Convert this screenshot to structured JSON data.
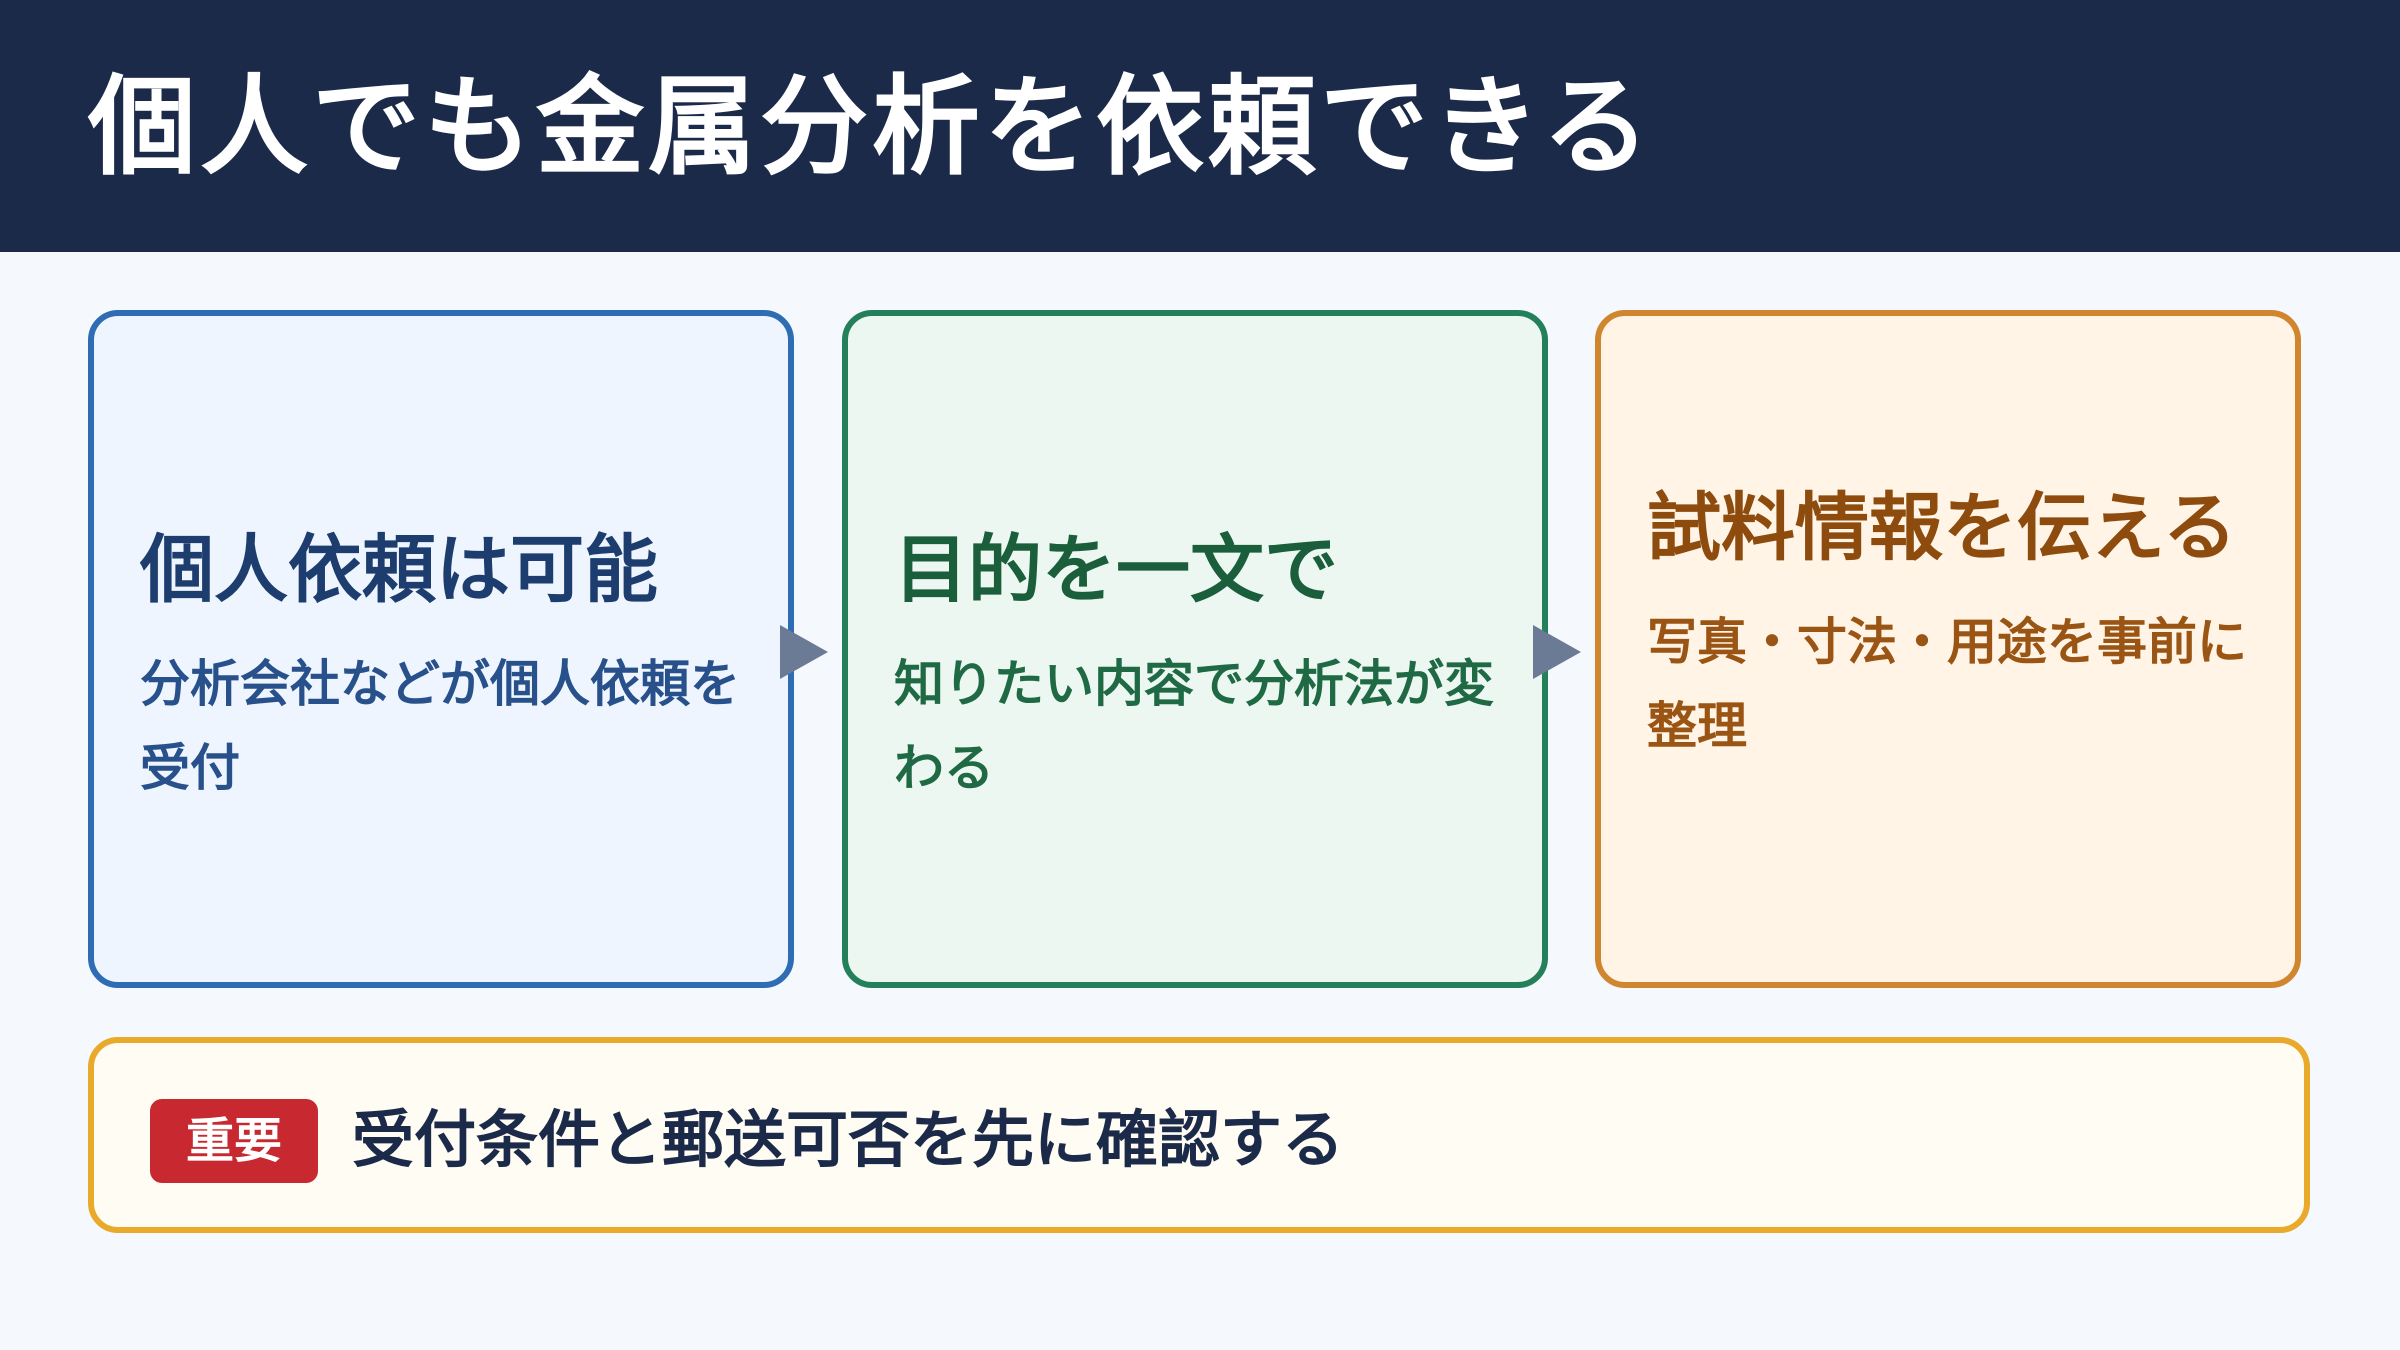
{
  "header": {
    "title": "個人でも金属分析を依頼できる"
  },
  "cards": [
    {
      "title": "個人依頼は可能",
      "body": "分析会社などが個人依頼を受付"
    },
    {
      "title": "目的を一文で",
      "body": "知りたい内容で分析法が変わる"
    },
    {
      "title": "試料情報を伝える",
      "body": "写真・寸法・用途を事前に整理"
    }
  ],
  "note": {
    "badge": "重要",
    "text": "受付条件と郵送可否を先に確認する"
  },
  "colors": {
    "header_bg": "#1c2a4a",
    "card1_border": "#2e6cb3",
    "card2_border": "#23805a",
    "card3_border": "#d0862e",
    "note_border": "#e9a92a",
    "badge_bg": "#c8282f"
  },
  "icons": {
    "step_arrow": "triangle-right-icon"
  }
}
